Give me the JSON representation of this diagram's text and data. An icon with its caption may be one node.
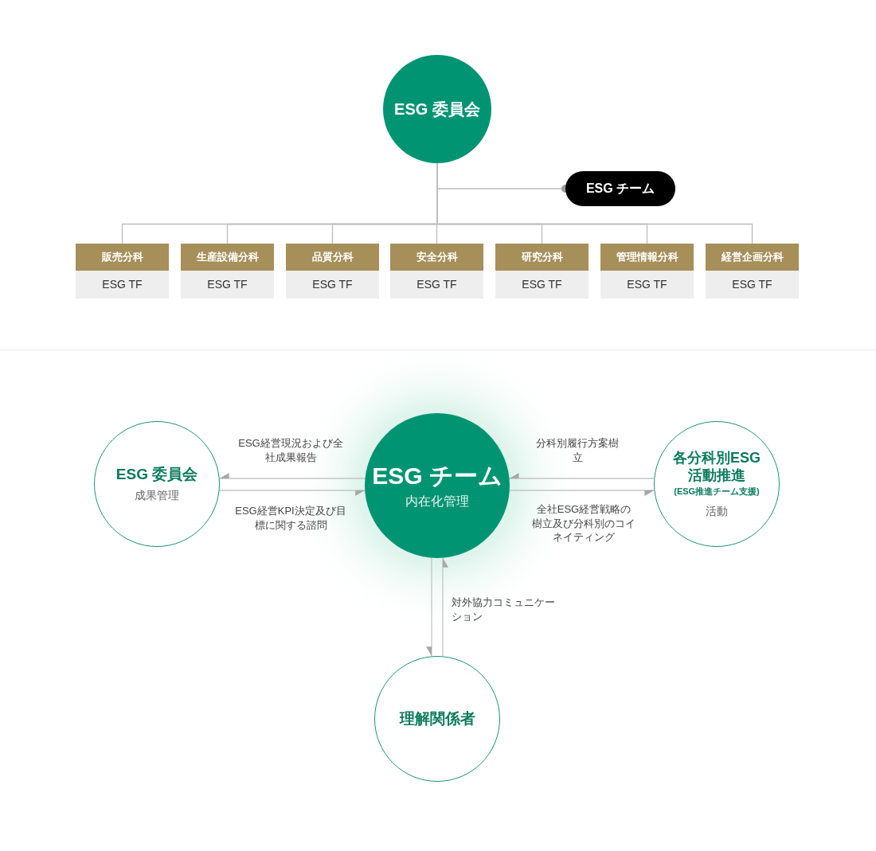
{
  "diagram": {
    "nodes": [
      {
        "text": [
          "ESG 委員会"
        ]
      },
      {
        "text": [
          "ESG チーム"
        ]
      },
      {
        "text": [
          "販売分科",
          "ESG TF"
        ]
      },
      {
        "text": [
          "生産設備分科",
          "ESG TF"
        ]
      },
      {
        "text": [
          "品質分科",
          "ESG TF"
        ]
      },
      {
        "text": [
          "安全分科",
          "ESG TF"
        ]
      },
      {
        "text": [
          "研究分科",
          "ESG TF"
        ]
      },
      {
        "text": [
          "管理情報分科",
          "ESG TF"
        ]
      },
      {
        "text": [
          "経営企画分科",
          "ESG TF"
        ]
      },
      {
        "text": [
          "ESG 委員会",
          "成果管理"
        ]
      },
      {
        "text": [
          "ESG チーム",
          "内在化管理"
        ]
      },
      {
        "text": [
          "各分科別ESG活動推進",
          "(ESG推進チーム支援)",
          "活動"
        ]
      },
      {
        "text": [
          "理解関係者"
        ]
      }
    ],
    "edges": [
      {
        "from": 0,
        "to": 1,
        "arrow": "other"
      },
      {
        "from": 0,
        "to": 2,
        "arrow": "none"
      },
      {
        "from": 0,
        "to": 3,
        "arrow": "none"
      },
      {
        "from": 0,
        "to": 4,
        "arrow": "none"
      },
      {
        "from": 0,
        "to": 5,
        "arrow": "none"
      },
      {
        "from": 0,
        "to": 6,
        "arrow": "none"
      },
      {
        "from": 0,
        "to": 7,
        "arrow": "none"
      },
      {
        "from": 0,
        "to": 8,
        "arrow": "none"
      },
      {
        "from": 10,
        "to": 9,
        "arrow": "to",
        "label": "ESG経営現況および全社成果報告"
      },
      {
        "from": 9,
        "to": 10,
        "arrow": "to",
        "label": "ESG経営KPI決定及び目標に関する諮問"
      },
      {
        "from": 11,
        "to": 10,
        "arrow": "to",
        "label": "分科別履行方案樹立"
      },
      {
        "from": 10,
        "to": 11,
        "arrow": "to",
        "label": "全社ESG経営戦略の樹立及び分科別のコイネイティング"
      },
      {
        "from": 10,
        "to": 12,
        "arrow": "to"
      },
      {
        "from": 12,
        "to": 10,
        "arrow": "to",
        "label": "対外協力コミュニケーション"
      }
    ]
  }
}
